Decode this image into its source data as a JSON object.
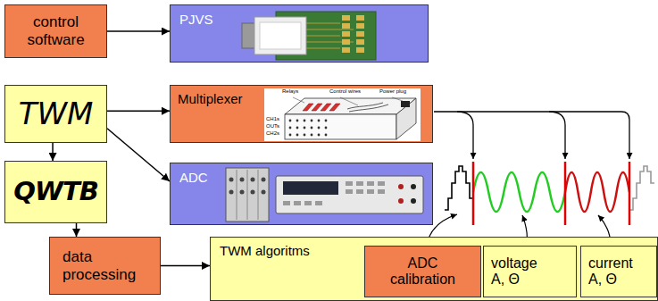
{
  "diagram": {
    "nodes": [
      {
        "text": [
          "control software"
        ]
      },
      {
        "text": [
          "PJVS"
        ]
      },
      {
        "text": [
          "TWM"
        ]
      },
      {
        "text": [
          "Multiplexer"
        ]
      },
      {
        "text": [
          "QWTB"
        ]
      },
      {
        "text": [
          "ADC"
        ]
      },
      {
        "text": [
          "data processing"
        ]
      },
      {
        "text": [
          "TWM algoritms"
        ]
      },
      {
        "text": [
          "ADC calibration"
        ],
        "in": 7
      },
      {
        "text": [
          "voltage",
          "A, Θ"
        ],
        "in": 7
      },
      {
        "text": [
          "current",
          "A, Θ"
        ],
        "in": 7
      }
    ],
    "edges": [
      {
        "from": 0,
        "to": 1,
        "arrow": "to"
      },
      {
        "from": 2,
        "to": 3,
        "arrow": "to"
      },
      {
        "from": 2,
        "to": 4,
        "arrow": "to"
      },
      {
        "from": 2,
        "to": 5,
        "arrow": "to"
      },
      {
        "from": 4,
        "to": 6,
        "arrow": "to"
      },
      {
        "from": 6,
        "to": 7,
        "arrow": "to"
      }
    ],
    "labels": [
      "Relays",
      "Control wires",
      "Power plug",
      "CH1s",
      "OUTs",
      "CH2s"
    ]
  }
}
